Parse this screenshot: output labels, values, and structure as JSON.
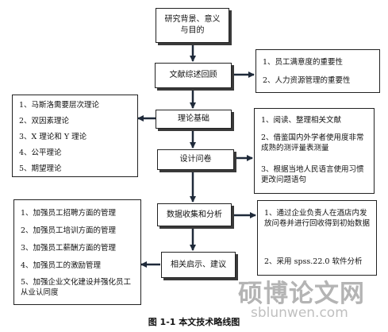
{
  "nodes": {
    "research": "研究背景、意义与目的",
    "review": "文献综述回顾",
    "theory": "理论基础",
    "questionnaire": "设计问卷",
    "analysis": "数据收集和分析",
    "suggestions": "相关启示、建议"
  },
  "review_notes": [
    "1、员工满意度的重要性",
    "2、人力资源管理的重要性"
  ],
  "theory_list": [
    "1、马斯洛需要层次理论",
    "2、双因素理论",
    "3、X 理论和 Y 理论",
    "4、公平理论",
    "5、期望理论"
  ],
  "questionnaire_notes": [
    "1、阅读、整理相关文献",
    "2、借鉴国内外学者使用度非常成熟的测评量表测量",
    "3、根据当地人民语言使用习惯更改问题语句"
  ],
  "analysis_notes": [
    "1、通过企业负责人在酒店内发放问卷并进行回收得到初始数据",
    "2、采用 spss.22.0 软件分析"
  ],
  "suggestion_list": [
    "1、加强员工招聘方面的管理",
    "2、加强员工培训方面的管理",
    "3、加强员工薪酬方面的管理",
    "4、加强员工的激励管理",
    "5、加强企业文化建设并强化员工从业认同度"
  ],
  "caption": "图 1-1 本文技术略线图",
  "watermark": {
    "cn": "硕博论文网",
    "url": "sblunwen.com"
  }
}
